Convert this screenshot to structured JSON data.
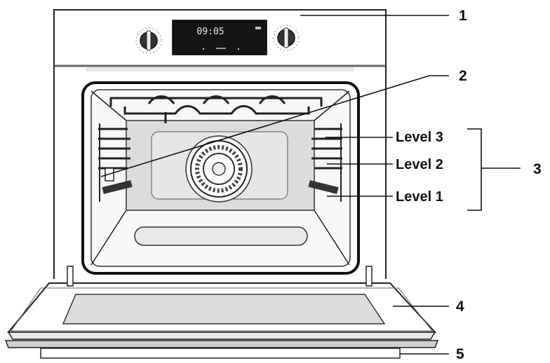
{
  "display": {
    "time": "09:05"
  },
  "callouts": [
    {
      "id": "1",
      "label": "1"
    },
    {
      "id": "2",
      "label": "2"
    },
    {
      "id": "3",
      "label": "3"
    },
    {
      "id": "4",
      "label": "4"
    },
    {
      "id": "5",
      "label": "5"
    }
  ],
  "levels": [
    {
      "label": "Level 3"
    },
    {
      "label": "Level 2"
    },
    {
      "label": "Level 1"
    }
  ]
}
